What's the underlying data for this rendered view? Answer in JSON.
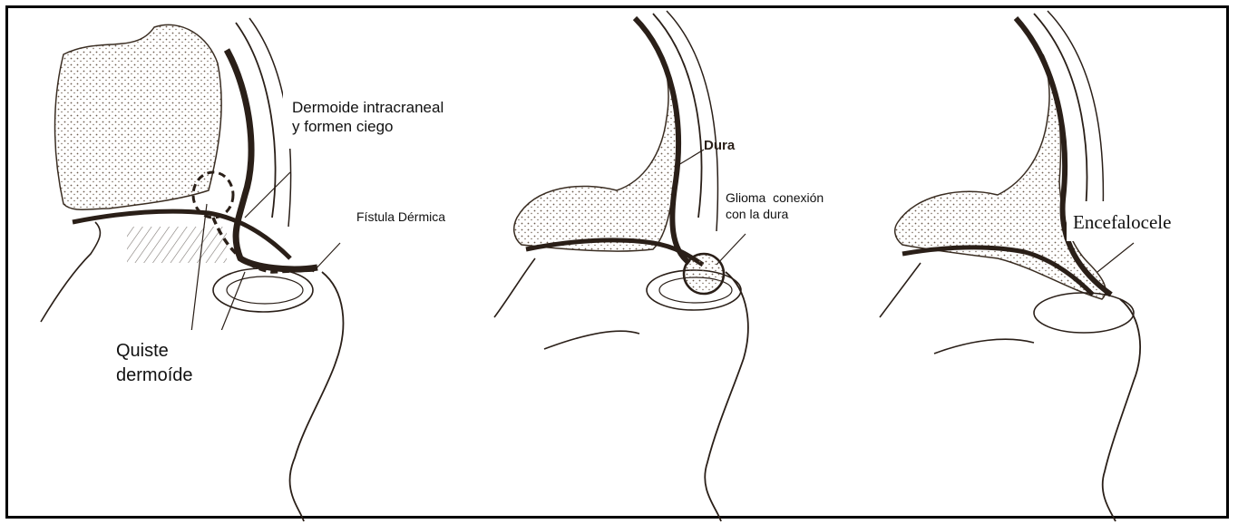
{
  "labels": {
    "dermoide_intracraneal": {
      "line1": "Dermoide intracraneal",
      "line2": "y formen ciego"
    },
    "fistula_dermica": "Fístula Dérmica",
    "quiste_dermoide": {
      "line1": "Quiste",
      "line2": "dermoíde"
    },
    "dura": "Dura",
    "glioma": {
      "line1": "Glioma  conexión",
      "line2": "con la dura"
    },
    "encefalocele": "Encefalocele"
  },
  "colors": {
    "ink": "#2a1f18",
    "stipple": "#7a6a5a",
    "frame": "#000000"
  }
}
